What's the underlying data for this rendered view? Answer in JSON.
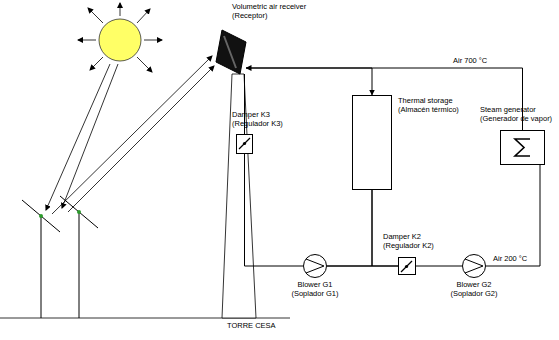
{
  "diagram": {
    "nodes": [
      {
        "text": [
          "Volumetric air receiver (Receptor)"
        ]
      },
      {
        "text": [
          "Thermal storage (Almacén térmico)"
        ]
      },
      {
        "text": [
          "Steam generator (Generador de vapor)"
        ]
      },
      {
        "text": [
          "Damper K3 (Regulador K3)"
        ]
      },
      {
        "text": [
          "Blower G1 (Soplador G1)"
        ]
      },
      {
        "text": [
          "Damper K2 (Regulador K2)"
        ]
      },
      {
        "text": [
          "Blower G2 (Soplador G2)"
        ]
      }
    ],
    "edges": [
      {
        "from": 0,
        "to": 2,
        "label": "Air 700 °C",
        "arrow": "none"
      },
      {
        "from": 0,
        "to": 1,
        "arrow": "both"
      },
      {
        "from": 0,
        "to": 3,
        "arrow": "none"
      },
      {
        "from": 3,
        "to": 4,
        "arrow": "none"
      },
      {
        "from": 1,
        "to": 4,
        "arrow": "none"
      },
      {
        "from": 1,
        "to": 5,
        "arrow": "none"
      },
      {
        "from": 4,
        "to": 5,
        "arrow": "none"
      },
      {
        "from": 5,
        "to": 6,
        "arrow": "none"
      },
      {
        "from": 6,
        "to": 2,
        "label": "Air 200 °C",
        "arrow": "none"
      }
    ],
    "labels": [
      "TORRE CESA"
    ]
  }
}
